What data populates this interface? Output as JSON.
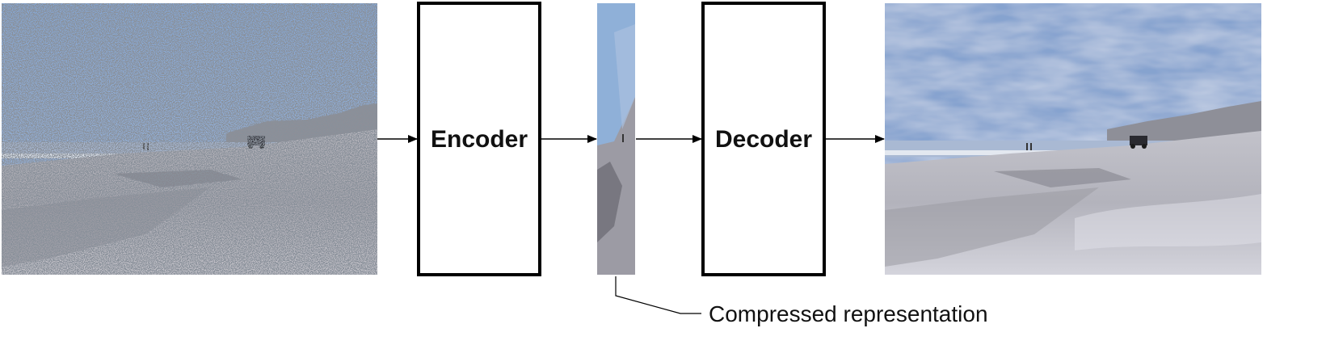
{
  "encoder": {
    "label": "Encoder"
  },
  "decoder": {
    "label": "Decoder"
  },
  "compressed": {
    "caption": "Compressed representation"
  },
  "colors": {
    "sky": "#7f9fcc",
    "sand": "#b9b8c0",
    "box_stroke": "#000000",
    "arrow": "#000000"
  }
}
